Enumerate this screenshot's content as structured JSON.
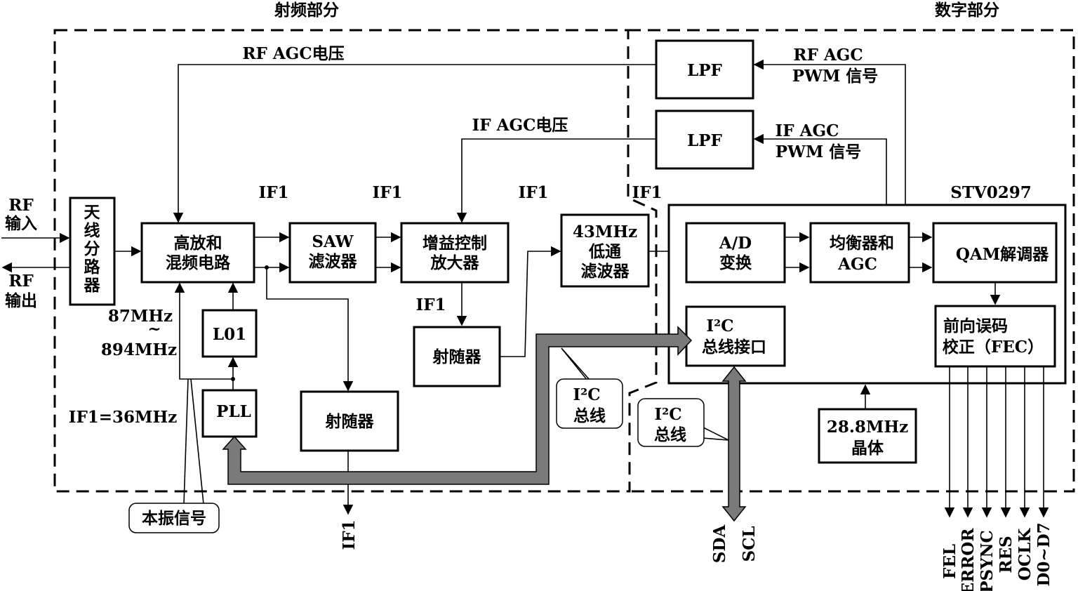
{
  "sections": {
    "rf": "射频部分",
    "digital": "数字部分"
  },
  "chip_name": "STV0297",
  "blocks": {
    "antenna_splitter": [
      "天",
      "线",
      "分",
      "路",
      "器"
    ],
    "amp_mixer": [
      "高放和",
      "混频电路"
    ],
    "saw_filter": [
      "SAW",
      "滤波器"
    ],
    "gain_amp": [
      "增益控制",
      "放大器"
    ],
    "lpf_43mhz": [
      "43MHz",
      "低通",
      "滤波器"
    ],
    "emitter_follower_1": "射随器",
    "emitter_follower_2": "射随器",
    "lo1": "L01",
    "pll": "PLL",
    "lpf_top": "LPF",
    "lpf_mid": "LPF",
    "adc": [
      "A/D",
      "变换"
    ],
    "equalizer_agc": [
      "均衡器和",
      "AGC"
    ],
    "qam_demod": "QAM解调器",
    "fec": [
      "前向误码",
      "校正（FEC）"
    ],
    "i2c_interface": [
      "I²C",
      "总线接口"
    ],
    "crystal": [
      "28.8MHz",
      "晶体"
    ]
  },
  "labels": {
    "rf_in": [
      "RF",
      "输入"
    ],
    "rf_out": [
      "RF",
      "输出"
    ],
    "rf_agc_voltage": "RF AGC电压",
    "if_agc_voltage": "IF AGC电压",
    "rf_agc_pwm": [
      "RF AGC",
      "PWM  信号"
    ],
    "if_agc_pwm": [
      "IF AGC",
      "PWM  信号"
    ],
    "if1_a": "IF1",
    "if1_b": "IF1",
    "if1_c": "IF1",
    "if1_d": "IF1",
    "if1_e": "IF1",
    "freq_low": "87MHz",
    "freq_tilde": "~",
    "freq_high": "894MHz",
    "if1_value": "IF1=36MHz",
    "lo_signal": "本振信号",
    "if1_output": "IF1",
    "i2c_bus_1": [
      "I²C",
      "总线"
    ],
    "i2c_bus_2": [
      "I²C",
      "总线"
    ]
  },
  "outputs": {
    "i2c_pins": [
      "SDA",
      "SCL"
    ],
    "data_pins": [
      "FEL",
      "ERROR",
      "PSYNC",
      "RES",
      "OCLK",
      "D0~D7"
    ]
  }
}
